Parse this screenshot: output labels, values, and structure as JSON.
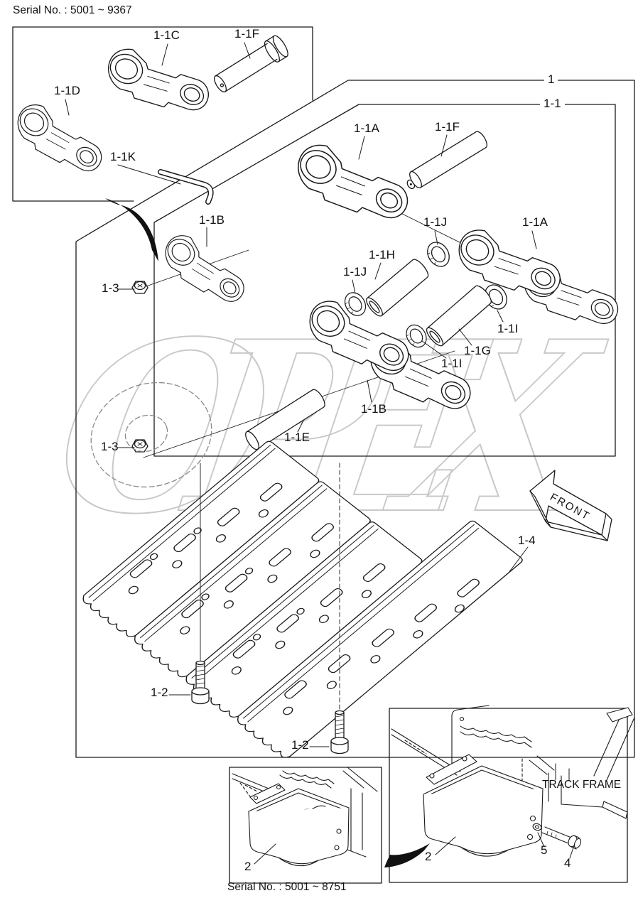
{
  "diagram": {
    "watermark": "OPEX",
    "serial_note_top": "Serial No. : 5001 ~ 9367",
    "serial_note_bottom": "Serial No. : 5001 ~ 8751",
    "front_label": "FRONT",
    "track_frame_label": "TRACK FRAME",
    "callouts": {
      "assembly": "1",
      "sub_assembly": "1-1",
      "link_c": "1-1C",
      "pin_f_top": "1-1F",
      "link_d": "1-1D",
      "pin_k": "1-1K",
      "link_a_upper": "1-1A",
      "pin_f": "1-1F",
      "link_b_upper": "1-1B",
      "nut_upper": "1-3",
      "seal_j_right": "1-1J",
      "link_a_right": "1-1A",
      "bushing_h": "1-1H",
      "seal_j_left": "1-1J",
      "seal_i_right": "1-1I",
      "bushing_g": "1-1G",
      "seal_i_left": "1-1I",
      "link_b_lower": "1-1B",
      "pin_e": "1-1E",
      "nut_lower": "1-3",
      "shoe_assembly": "1-4",
      "bolt_upper": "1-2",
      "bolt_lower": "1-2",
      "step_left": "2",
      "step_right": "2",
      "washer": "5",
      "bolt_step": "4"
    },
    "colors": {
      "line": "#1a1a1a",
      "watermark": "#c9c9c9",
      "background": "#ffffff"
    }
  }
}
